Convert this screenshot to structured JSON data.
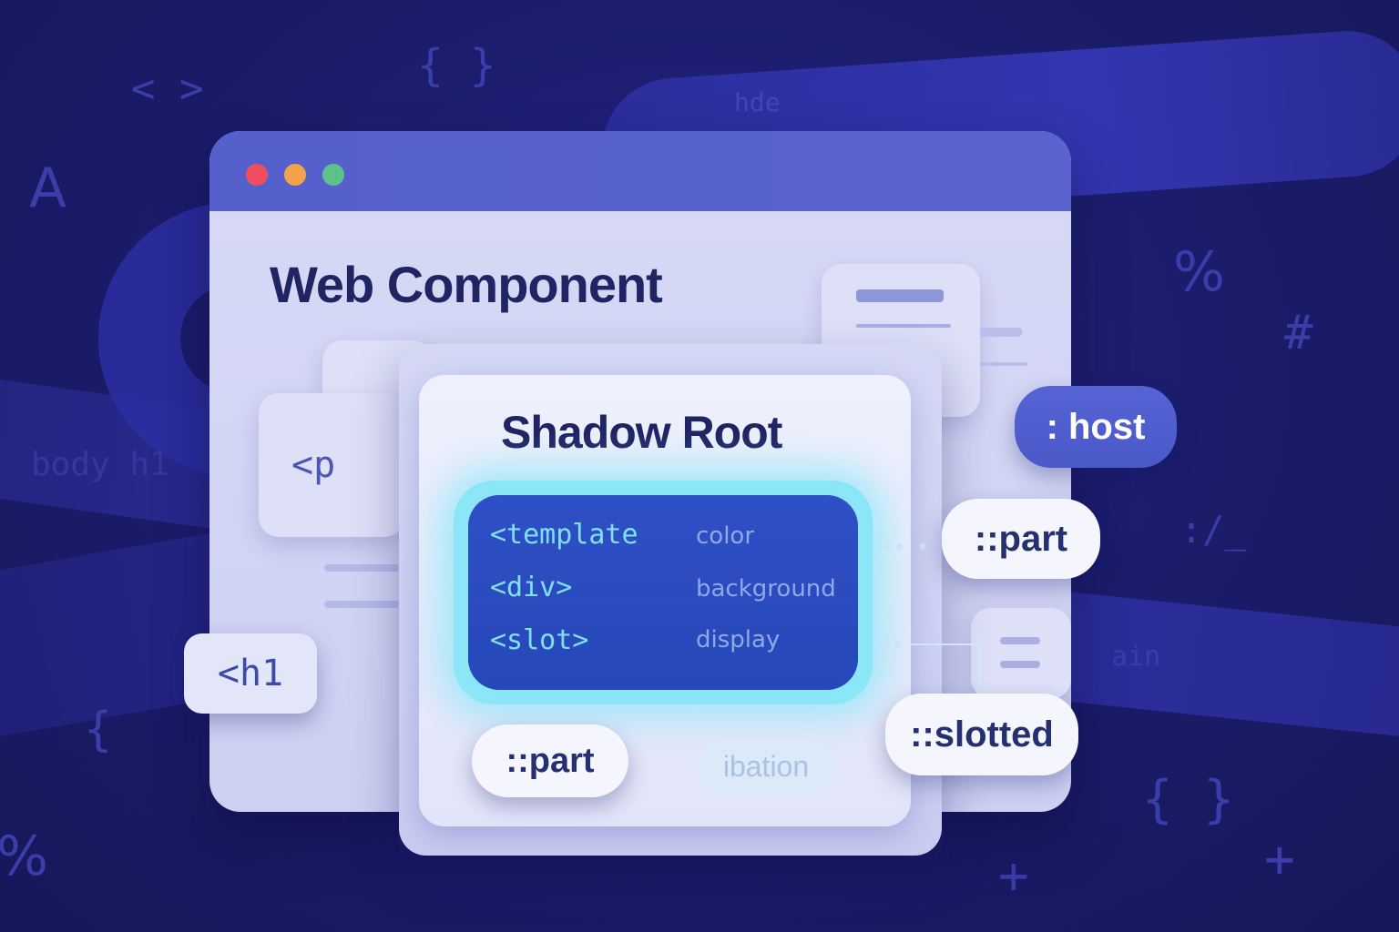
{
  "window": {
    "title": "Web Component",
    "controls": {
      "close_color": "#ef4e5a",
      "minimize_color": "#f3a24a",
      "maximize_color": "#5dc28a"
    }
  },
  "shadow_root": {
    "title": "Shadow Root",
    "code_rows": [
      {
        "tag": "<template",
        "prop": "color"
      },
      {
        "tag": "<div>",
        "prop": "background"
      },
      {
        "tag": "<slot>",
        "prop": "display"
      }
    ],
    "bottom_part": "::part",
    "bottom_faded": "ibation"
  },
  "side_tags": {
    "p": "<p",
    "h1": "<h1"
  },
  "selectors": {
    "host": ": host",
    "part": "::part",
    "slotted": "::slotted"
  },
  "background_glyphs": [
    "< >",
    "{ }",
    "A",
    "%",
    "#",
    "{",
    "%",
    "{ }",
    "+",
    "+",
    "body h1",
    "hde",
    ":/_",
    "ain"
  ],
  "colors": {
    "background": "#1c1d6e",
    "accent": "#5660cc",
    "glow": "#8be7f7",
    "code_bg": "#2f4fc6"
  }
}
